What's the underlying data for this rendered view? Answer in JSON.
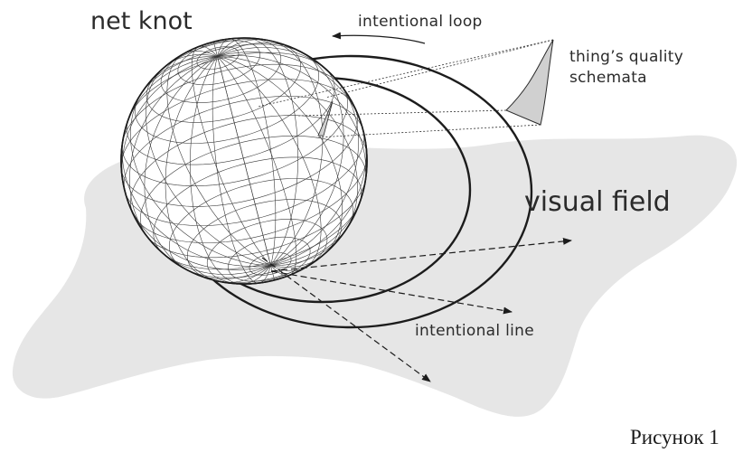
{
  "labels": {
    "net_knot": "net knot",
    "intentional_loop": "intentional loop",
    "schemata_line1": "thing’s quality",
    "schemata_line2": "schemata",
    "visual_field": "visual field",
    "intentional_line": "intentional line"
  },
  "caption": "Рисунок 1",
  "colors": {
    "field": "#e6e6e6",
    "ink": "#1c1c1c",
    "schemata_fill": "#d0d0d0"
  }
}
